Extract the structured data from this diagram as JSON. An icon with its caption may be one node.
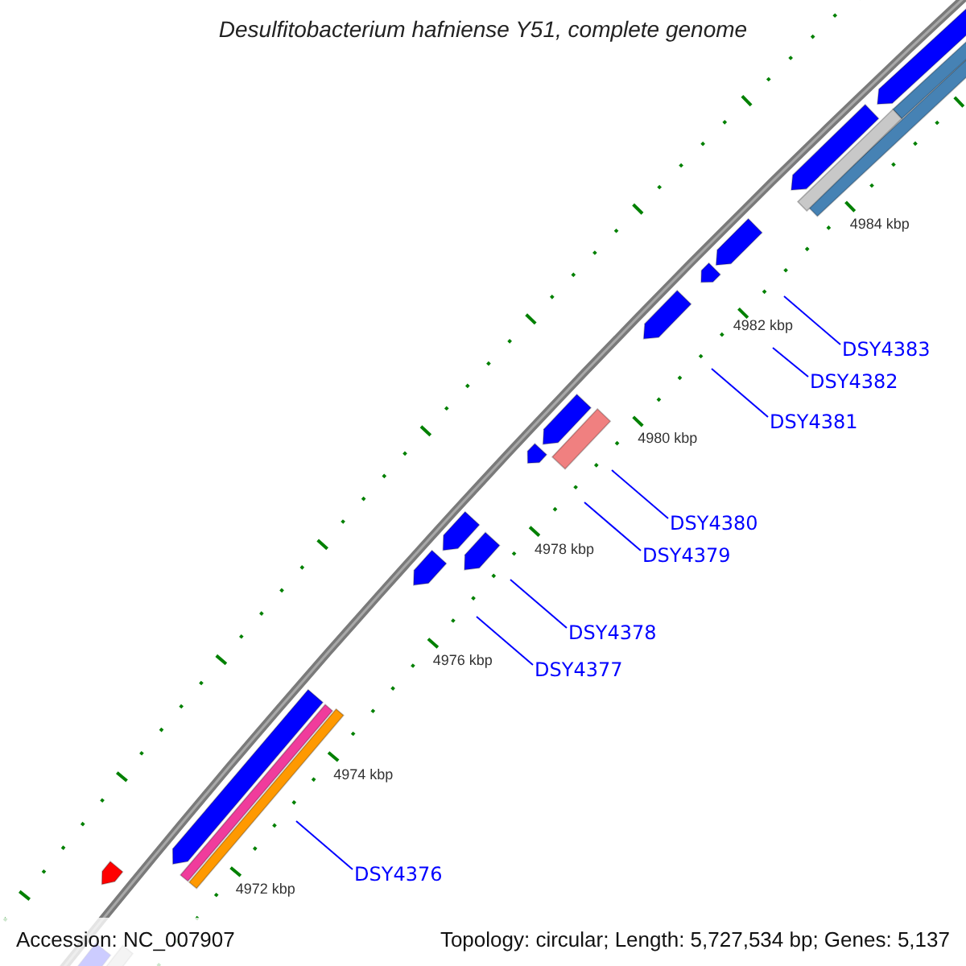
{
  "diagram": {
    "title": "Desulfitobacterium hafniense Y51, complete genome",
    "nodes": [
      {
        "text": [
          "DSY4383"
        ]
      },
      {
        "text": [
          "DSY4382"
        ]
      },
      {
        "text": [
          "DSY4381"
        ]
      },
      {
        "text": [
          "DSY4380"
        ]
      },
      {
        "text": [
          "DSY4379"
        ]
      },
      {
        "text": [
          "DSY4378"
        ]
      },
      {
        "text": [
          "DSY4377"
        ]
      },
      {
        "text": [
          "DSY4376"
        ]
      }
    ],
    "edges": [
      {
        "from": 0,
        "to": null,
        "arrow": "none"
      },
      {
        "from": 1,
        "to": null,
        "arrow": "none"
      },
      {
        "from": 2,
        "to": null,
        "arrow": "none"
      },
      {
        "from": 3,
        "to": null,
        "arrow": "none"
      },
      {
        "from": 4,
        "to": null,
        "arrow": "none"
      },
      {
        "from": 5,
        "to": null,
        "arrow": "none"
      },
      {
        "from": 6,
        "to": null,
        "arrow": "none"
      },
      {
        "from": 7,
        "to": null,
        "arrow": "none"
      }
    ],
    "labels": [
      "4984 kbp",
      "4982 kbp",
      "4980 kbp",
      "4978 kbp",
      "4976 kbp",
      "4974 kbp",
      "4972 kbp",
      "Accession: NC_007907",
      "Topology: circular; Length: 5,727,534 bp; Genes: 5,137"
    ]
  }
}
